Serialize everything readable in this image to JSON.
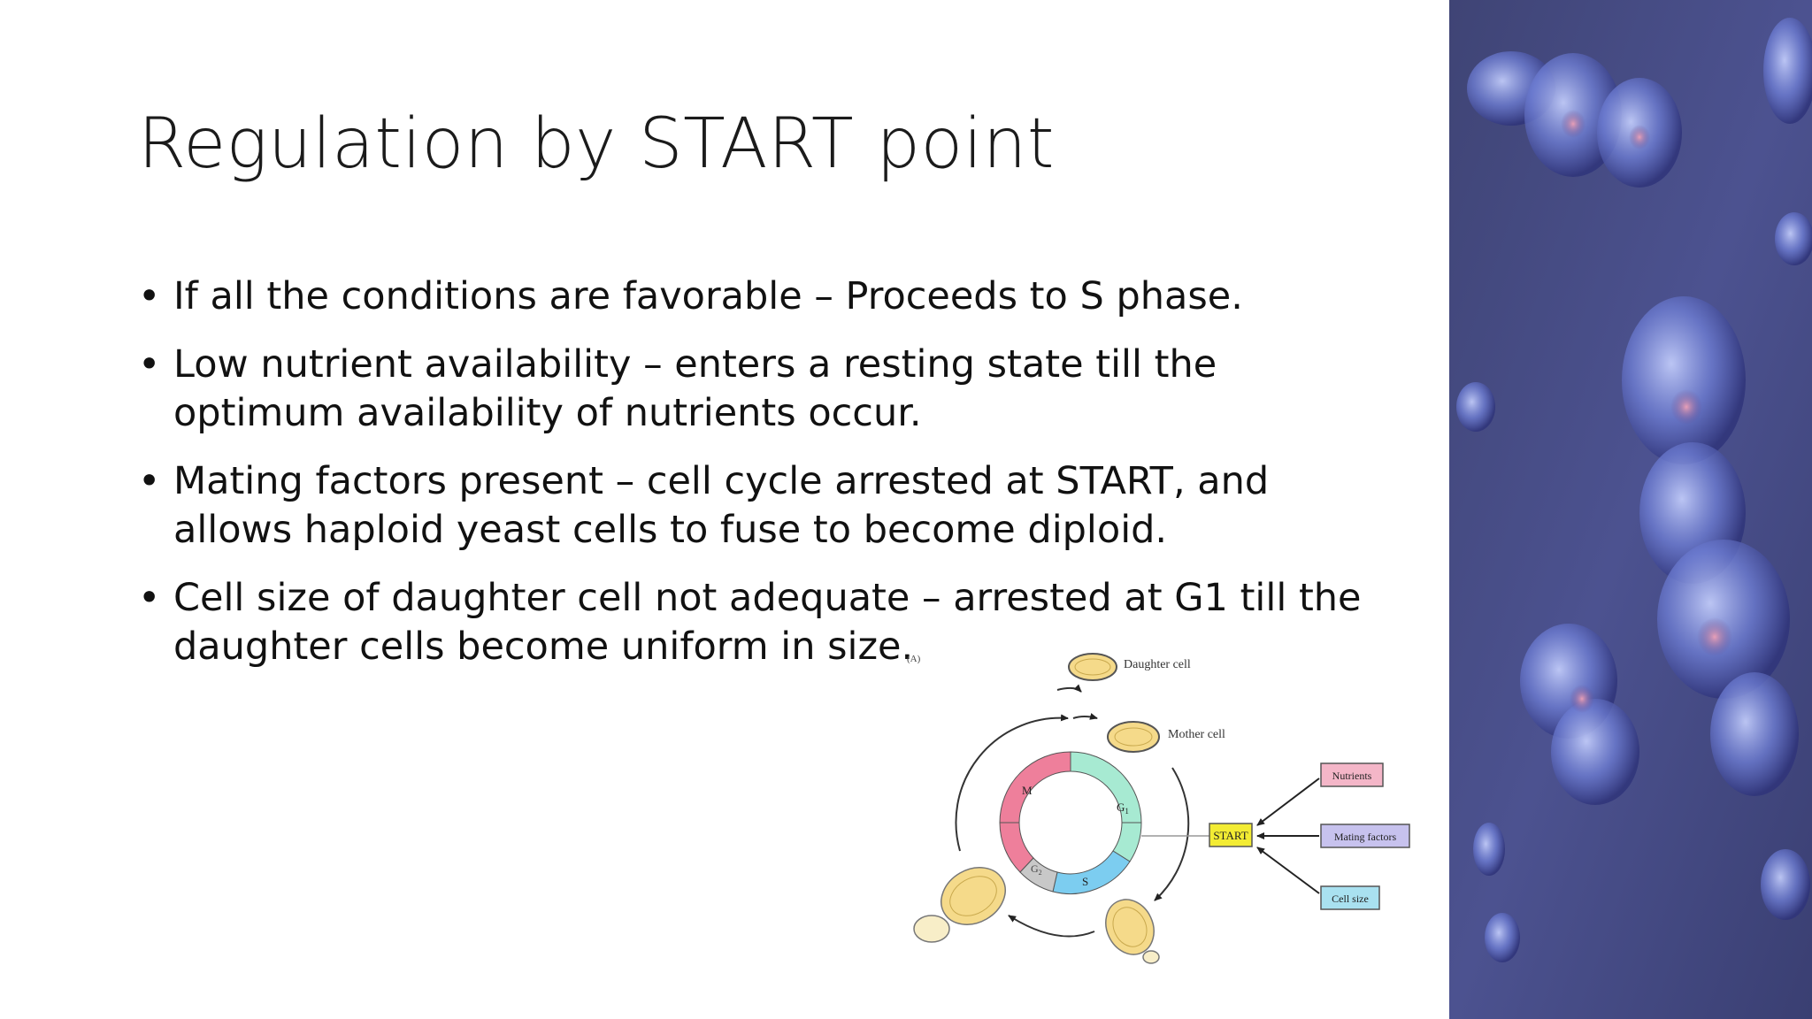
{
  "slide": {
    "title": "Regulation by START point",
    "bullets": [
      "If all the conditions are favorable – Proceeds to S phase.",
      "Low nutrient availability – enters a resting state till the optimum availability of nutrients occur.",
      "Mating factors present – cell cycle arrested at START, and allows haploid yeast cells to fuse to become diploid.",
      "Cell size of daughter cell not adequate – arrested at G1 till the daughter cells become uniform in size."
    ],
    "bullet_glyph": "•"
  },
  "diagram": {
    "panel_label": "(A)",
    "daughter_cell": "Daughter cell",
    "mother_cell": "Mother cell",
    "phases": {
      "m": "M",
      "g1": "G",
      "g1_sub": "1",
      "s": "S",
      "g2": "G",
      "g2_sub": "2"
    },
    "start_label": "START",
    "inputs": [
      "Nutrients",
      "Mating factors",
      "Cell size"
    ],
    "colors": {
      "m_phase": "#ee7f9b",
      "g1_phase": "#a7ead2",
      "s_phase": "#7ccdf0",
      "g2_phase": "#c8c8c8",
      "start_box": "#f3ec33",
      "nutrients_box": "#f4b6c8",
      "mating_box": "#c7c2ee",
      "cellsize_box": "#a9e1f0",
      "cell_fill": "#f5da8a"
    }
  },
  "side_panel": {
    "background": "#4b4f84",
    "cell_color": "#6f7fd6"
  }
}
